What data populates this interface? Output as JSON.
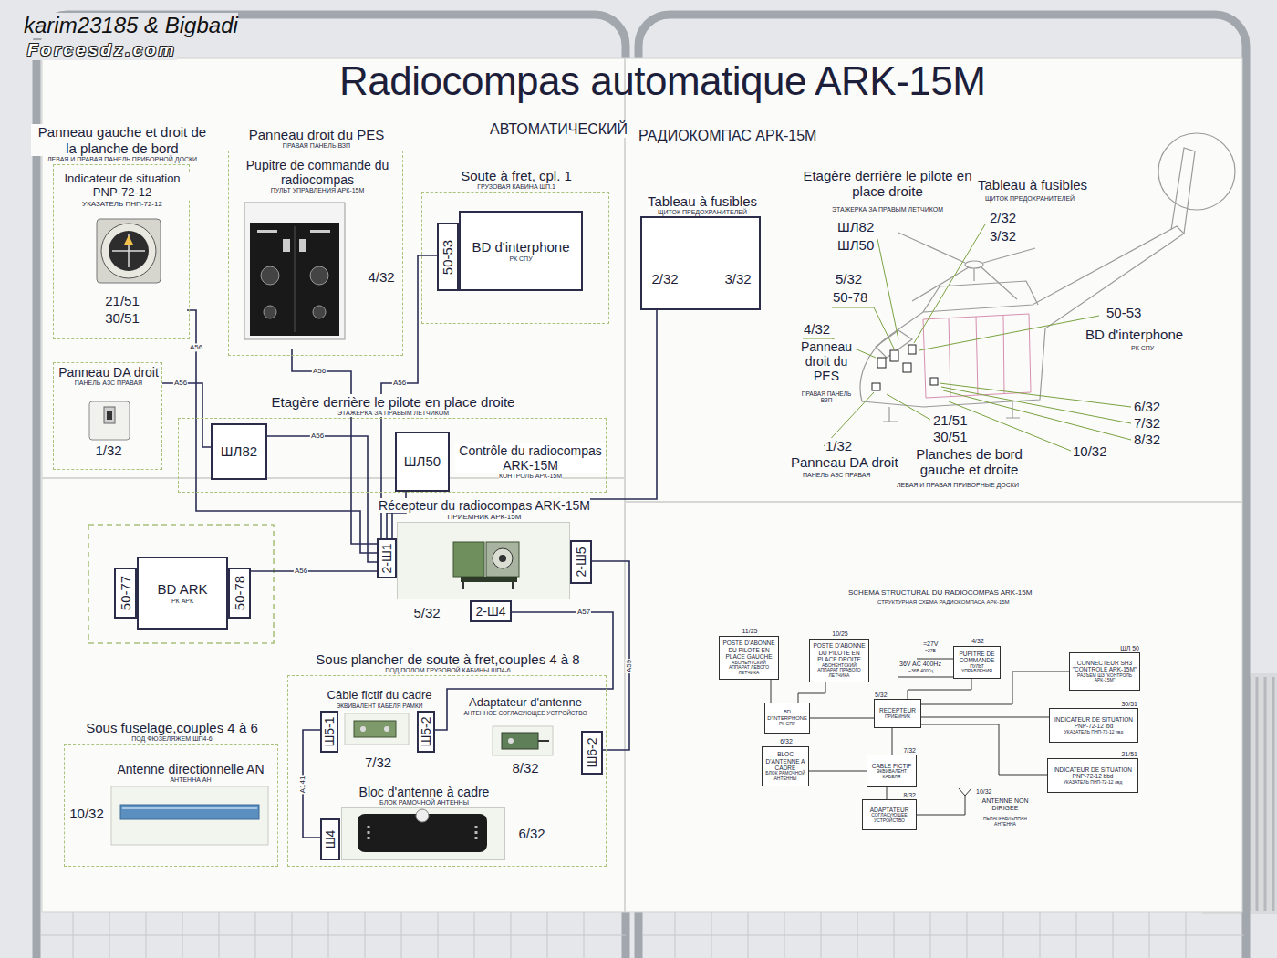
{
  "diagram": {
    "title": "Radiocompas automatique ARK-15M",
    "nodes": [
      {
        "text": [
          "Panneau gauche et droit de la planche de bord",
          "ЛЕВАЯ И ПРАВАЯ ПАНЕЛЬ ПРИБОРНОЙ ДОСКИ"
        ]
      },
      {
        "text": [
          "Indicateur de situation PNP-72-12",
          "УКАЗАТЕЛЬ ПНП-72-12",
          "21/51",
          "30/51"
        ],
        "in": 0
      },
      {
        "text": [
          "Panneau droit du PES",
          "ПРАВАЯ ПАНЕЛЬ ВЗП"
        ]
      },
      {
        "text": [
          "Pupitre de commande du radiocompas",
          "ПУЛЬТ УПРАВЛЕНИЯ АРК-15М",
          "4/32"
        ],
        "in": 2
      },
      {
        "text": [
          "Soute à fret, cpl. 1",
          "ГРУЗОВАЯ КАБИНА ШП.1"
        ]
      },
      {
        "text": [
          "50-53"
        ],
        "in": 4
      },
      {
        "text": [
          "BD d'interphone",
          "РК СПУ"
        ],
        "in": 4
      },
      {
        "text": [
          "Tableau à fusibles",
          "ЩИТОК ПРЕДОХРАНИТЕЛЕЙ",
          "2/32",
          "3/32"
        ]
      },
      {
        "text": [
          "Panneau DA droit",
          "ПАНЕЛЬ АЗС ПРАВАЯ",
          "1/32"
        ]
      },
      {
        "text": [
          "Etagère derrière le pilote en place droite",
          "ЭТАЖЕРКА ЗА ПРАВЫМ ЛЕТЧИКОМ"
        ]
      },
      {
        "text": [
          "ШЛ82"
        ],
        "in": 9
      },
      {
        "text": [
          "ШЛ50",
          "Contrôle du radiocompas ARK-15M",
          "КОНТРОЛЬ АРК-15М"
        ],
        "in": 9
      },
      {
        "text": [
          "Récepteur du radiocompas ARK-15M",
          "ПРИЕМНИК АРК-15М",
          "5/32"
        ]
      },
      {
        "text": [
          "2-Ш1"
        ]
      },
      {
        "text": [
          "2-Ш5"
        ]
      },
      {
        "text": [
          "2-Ш4"
        ]
      },
      {
        "text": [
          "BD ARK",
          "РК АРК"
        ]
      },
      {
        "text": [
          "50-77"
        ]
      },
      {
        "text": [
          "50-78"
        ]
      },
      {
        "text": [
          "Sous plancher de soute à fret,couples 4 à 8",
          "ПОД ПОЛОМ ГРУЗОВОЙ КАБИНЫ ШП4-6"
        ]
      },
      {
        "text": [
          "Câble fictif du cadre",
          "ЭКВИВАЛЕНТ КАБЕЛЯ РАМКИ",
          "7/32"
        ],
        "in": 19
      },
      {
        "text": [
          "Ш5-1"
        ],
        "in": 19
      },
      {
        "text": [
          "Ш5-2"
        ],
        "in": 19
      },
      {
        "text": [
          "Adaptateur d'antenne",
          "АНТЕННОЕ СОГЛАСУЮЩЕЕ УСТРОЙСТВО",
          "8/32"
        ],
        "in": 19
      },
      {
        "text": [
          "Ш6-2"
        ],
        "in": 19
      },
      {
        "text": [
          "Bloc d'antenne à cadre",
          "БЛОК РАМОЧНОЙ АНТЕННЫ",
          "6/32"
        ],
        "in": 19
      },
      {
        "text": [
          "Ш4"
        ],
        "in": 19
      },
      {
        "text": [
          "Sous fuselage,couples 4 à 6",
          "ПОД ФЮЗЕЛЯЖЕМ ШП4-6"
        ]
      },
      {
        "text": [
          "Antenne directionnelle AN",
          "АНТЕННА АН",
          "10/32"
        ],
        "in": 27
      },
      {
        "text": [
          "11/25",
          "POSTE D'ABONNE DU PILOTE EN PLACE GAUCHE",
          "АБОНЕНТСКИЙ АППАРАТ ЛЕВОГО ЛЕТЧИКА"
        ]
      },
      {
        "text": [
          "10/25",
          "POSTE D'ABONNE DU PILOTE EN PLACE DROITE",
          "АБОНЕНТСКИЙ АППАРАТ ПРАВОГО ЛЕТЧИКА"
        ]
      },
      {
        "text": [
          "4/32",
          "PUPITRE DE COMMANDE",
          "ПУЛЬТ УПРАВЛЕНИЯ"
        ]
      },
      {
        "text": [
          "ШЛ 50",
          "CONNECTEUR SH3 \"CONTROLE ARK-15M\"",
          "РАЗЪЕМ ШЗ \"КОНТРОЛЬ АРК-15М\""
        ]
      },
      {
        "text": [
          "BD D'INTERPHONE",
          "РК СПУ"
        ]
      },
      {
        "text": [
          "5/32",
          "RECEPTEUR",
          "ПРИЕМНИК"
        ]
      },
      {
        "text": [
          "30/51",
          "INDICATEUR DE SITUATION PNP-72-12 lbd",
          "УКАЗАТЕЛЬ ПНП-72-12 лвд"
        ]
      },
      {
        "text": [
          "6/32",
          "BLOC D'ANTENNE A CADRE",
          "БЛОК РАМОЧНОЙ АНТЕННЫ"
        ]
      },
      {
        "text": [
          "7/32",
          "CABLE FICTIF",
          "ЭКВИВАЛЕНТ КАБЕЛЯ"
        ]
      },
      {
        "text": [
          "8/32",
          "ADAPTATEUR",
          "СОГЛАСУЮЩЕЕ УСТРОЙСТВО"
        ]
      },
      {
        "text": [
          "21/51",
          "INDICATEUR DE SITUATION PNP-72-12 bbd",
          "УКАЗАТЕЛЬ ПНП-72-12 лвд"
        ]
      }
    ],
    "edges": [
      {
        "from": 3,
        "to": 13,
        "label": "A56",
        "arrow": "none"
      },
      {
        "from": 1,
        "to": 13,
        "label": "A56",
        "arrow": "none"
      },
      {
        "from": 8,
        "to": 10,
        "label": "A56",
        "arrow": "none"
      },
      {
        "from": 10,
        "to": 13,
        "label": "A56",
        "arrow": "none"
      },
      {
        "from": 11,
        "to": 13,
        "arrow": "none"
      },
      {
        "from": 5,
        "to": 13,
        "label": "A56",
        "arrow": "none"
      },
      {
        "from": 7,
        "to": 13,
        "arrow": "none"
      },
      {
        "from": 18,
        "to": 13,
        "label": "A56",
        "arrow": "none"
      },
      {
        "from": 14,
        "to": 24,
        "label": "A59",
        "arrow": "none"
      },
      {
        "from": 15,
        "to": 22,
        "label": "A57",
        "arrow": "none"
      },
      {
        "from": 21,
        "to": 26,
        "label": "A141",
        "arrow": "none"
      },
      {
        "from": 29,
        "to": 33,
        "arrow": "none"
      },
      {
        "from": 30,
        "to": 33,
        "arrow": "none"
      },
      {
        "from": 33,
        "to": 34,
        "arrow": "none"
      },
      {
        "from": 31,
        "to": 34,
        "arrow": "none"
      },
      {
        "from": 34,
        "to": 32,
        "arrow": "none"
      },
      {
        "from": 34,
        "to": 35,
        "arrow": "none"
      },
      {
        "from": 34,
        "to": 39,
        "arrow": "none"
      },
      {
        "from": 34,
        "to": 37,
        "arrow": "none"
      },
      {
        "from": 36,
        "to": 37,
        "arrow": "none"
      },
      {
        "from": 37,
        "to": 38,
        "arrow": "none"
      }
    ],
    "labels": [
      "karim23185 & Bigbadi",
      "Forcesdz.com",
      "АВТОМАТИЧЕСКИЙ",
      "РАДИОКОМПАС АРК-15М",
      "Etagère derrière le pilote en place droite",
      "ЭТАЖЕРКА ЗА ПРАВЫМ ЛЕТЧИКОМ",
      "ШЛ82",
      "ШЛ50",
      "Tableau à fusibles",
      "ЩИТОК ПРЕДОХРАНИТЕЛЕЙ",
      "2/32",
      "3/32",
      "5/32",
      "50-78",
      "4/32",
      "Panneau droit du PES",
      "ПРАВАЯ ПАНЕЛЬ ВЗП",
      "50-53",
      "BD d'interphone",
      "РК СПУ",
      "6/32",
      "7/32",
      "8/32",
      "10/32",
      "21/51",
      "30/51",
      "1/32",
      "Panneau DA droit",
      "ПАНЕЛЬ АЗС ПРАВАЯ",
      "Planches de bord gauche et droite",
      "ЛЕВАЯ И ПРАВАЯ ПРИБОРНЫЕ ДОСКИ",
      "SCHEMA STRUCTURAL DU RADIOCOMPAS ARK-15M",
      "СТРУКТУРНАЯ СХЕМА РАДИОКОМПАСА АРК-15М",
      "=27V",
      "=27В",
      "36V AC 400Hz",
      "~36В 400Гц",
      "10/32",
      "ANTENNE NON DIRIGEE",
      "НЕНАПРАВЛЕННАЯ АНТЕННА"
    ]
  }
}
